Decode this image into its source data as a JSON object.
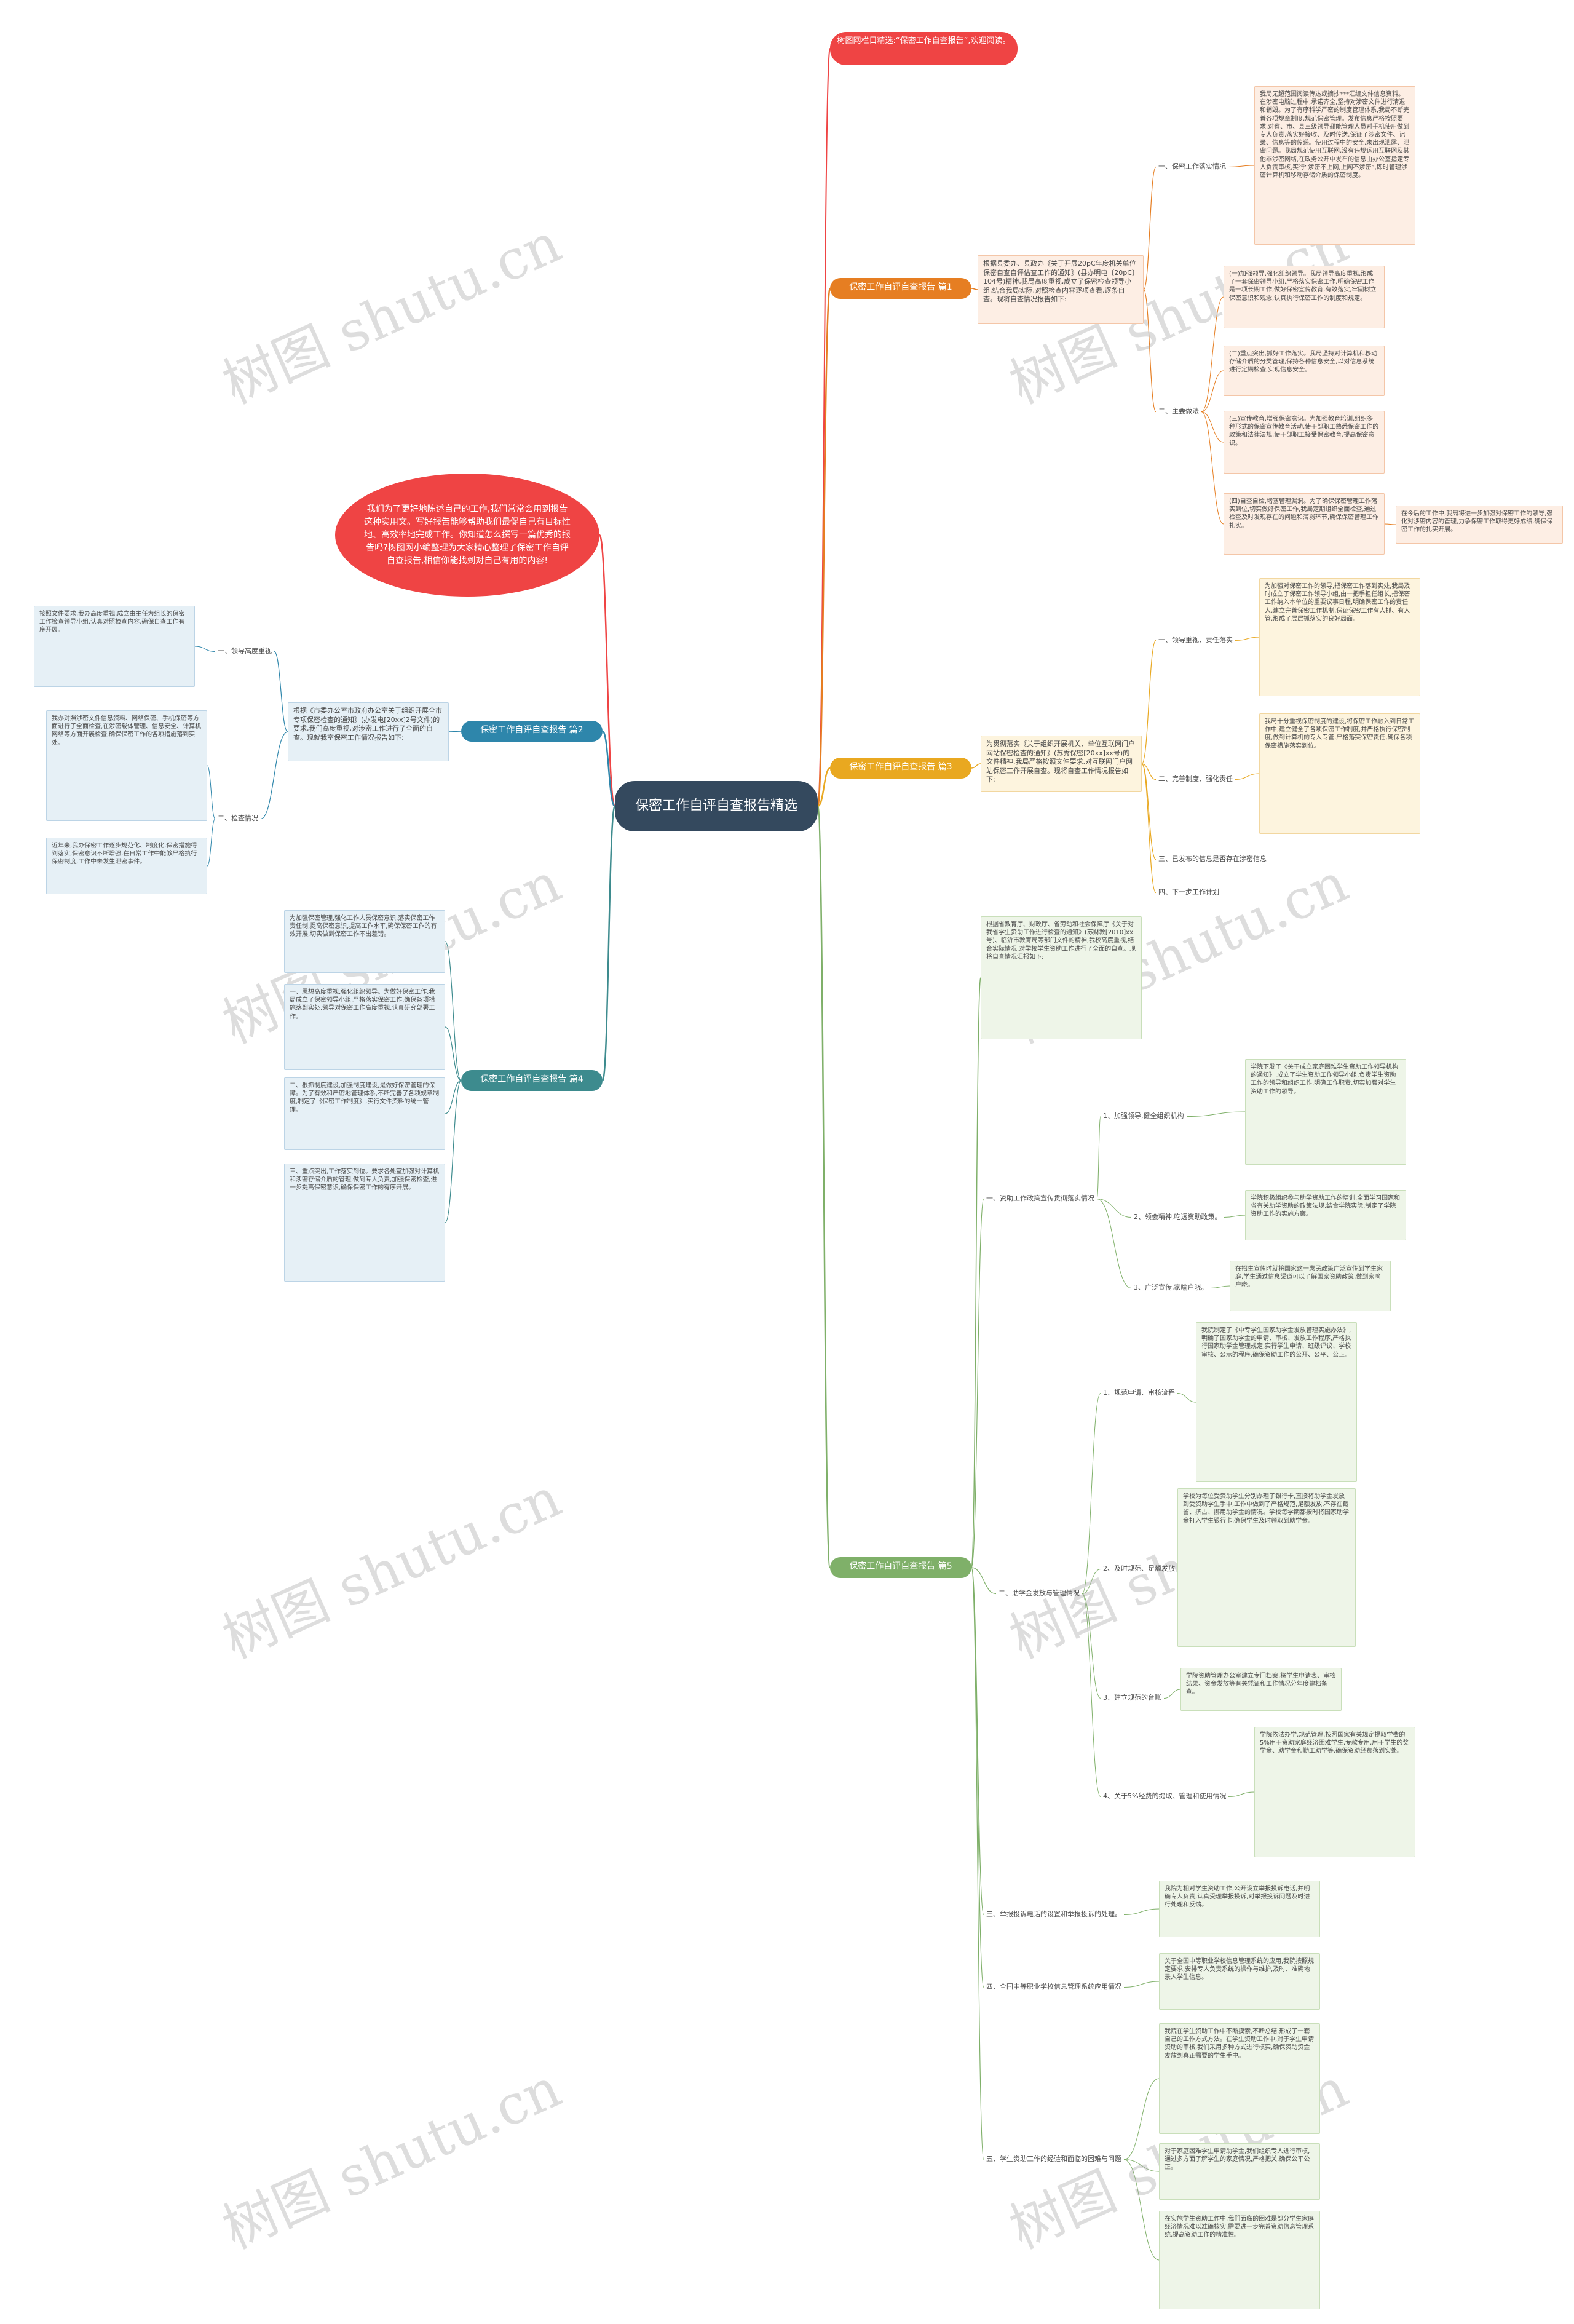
{
  "root": {
    "title": "保密工作自评自查报告精选"
  },
  "intro": "我们为了更好地陈述自己的工作,我们常常会用到报告这种实用文。写好报告能够帮助我们最促自己有目标性地、高效率地完成工作。你知道怎么撰写一篇优秀的报告吗?树图网小编整理为大家精心整理了保密工作自评自查报告,相信你能找到对自己有用的内容!",
  "top_note": "树图网栏目精选:“保密工作自查报告”,欢迎阅读。",
  "watermark": "树图 shutu.cn",
  "branches": {
    "b1": {
      "label": "保密工作自评自查报告 篇1",
      "summary": "根据县委办、县政办《关于开展20pC年度机关单位保密自查自评估查工作的通知》(县办明电〔20pC〕104号)精神,我局高度重视,成立了保密检查领导小组,结合我局实际,对照检查内容逐项查看,逐条自查。现将自查情况报告如下:",
      "sub1": "一、保密工作落实情况",
      "sub1_text": "我局无超范围阅读传达或摘抄***汇编文件信息资料。在涉密电脑过程中,承诺齐全,坚持对涉密文件进行清退和销毁。为了有序科学严密的制度管理体系,我局不断完善各项规章制度,规范保密管理。发布信息严格按照要求,对省、市、县三级领导都能管理人员对手机使用做到专人负责,落实好接收、及时传送,保证了涉密文件、记录、信息等的传递。使用过程中的安全,未出现泄露、泄密问题。我局规范使用互联网,没有违规运用互联网及其他非涉密网络,在政务公开中发布的信息由办公室指定专人负责审核,实行“涉密不上网,上网不涉密”,即时管理涉密计算机和移动存储介质的保密制度。",
      "sub2": "二、主要做法",
      "sub2_texts": [
        "(一)加强领导,强化组织领导。我局领导高度重视,形成了一套保密领导小组,严格落实保密工作,明确保密工作是一项长期工作,做好保密宣传教育,有效落实,牢固树立保密意识和观念,认真执行保密工作的制度和规定。",
        "(二)重点突出,抓好工作落实。我局坚持对计算机和移动存储介质的分类管理,保持各种信息安全,以对信息系统进行定期检查,实现信息安全。",
        "(三)宣传教育,增强保密意识。为加强教育培训,组织多种形式的保密宣传教育活动,使干部职工熟悉保密工作的政策和法律法规,使干部职工接受保密教育,提高保密意识。",
        "(四)自查自检,堵塞管理漏洞。为了确保保密管理工作落实到位,切实做好保密工作,我局定期组织全面检查,通过检查及时发现存在的问题和薄弱环节,确保保密管理工作扎实。"
      ],
      "sub2_extra": "在今后的工作中,我局将进一步加强对保密工作的领导,强化对涉密内容的管理,力争保密工作取得更好成绩,确保保密工作的扎实开展。"
    },
    "b2": {
      "label": "保密工作自评自查报告 篇2",
      "summary": "根据《市委办公室市政府办公室关于组织开展全市专项保密检查的通知》(办发电[20xx]2号文件)的要求,我们高度重视,对涉密工作进行了全面的自查。现就我室保密工作情况报告如下:",
      "sub1": "一、领导高度重视",
      "sub1_text": "按照文件要求,我办高度重视,成立由主任为组长的保密工作检查领导小组,认真对照检查内容,确保自查工作有序开展。",
      "sub2": "二、检查情况",
      "sub2_texts": [
        "我办对照涉密文件信息资料、网络保密、手机保密等方面进行了全面检查,在涉密载体管理、信息安全、计算机网络等方面开展检查,确保保密工作的各项措施落到实处。",
        "近年来,我办保密工作逐步规范化、制度化,保密措施得到落实,保密意识不断增强,在日常工作中能够严格执行保密制度,工作中未发生泄密事件。"
      ]
    },
    "b3": {
      "label": "保密工作自评自查报告 篇3",
      "summary": "为贯彻落实《关于组织开展机关、单位互联网门户网站保密检查的通知》(苏秀保密[20xx]xx号)的文件精神,我局严格按照文件要求,对互联网门户网站保密工作开展自查。现将自查工作情况报告如下:",
      "sub1": "一、领导重视、责任落实",
      "sub1_text": "为加强对保密工作的领导,把保密工作落到实处,我局及时成立了保密工作领导小组,由一把手担任组长,把保密工作纳入本单位的重要议事日程,明确保密工作的责任人,建立完善保密工作机制,保证保密工作有人抓、有人管,形成了层层抓落实的良好局面。",
      "sub2": "二、完善制度、强化责任",
      "sub2_text": "我局十分重视保密制度的建设,将保密工作融入到日常工作中,建立健全了各项保密工作制度,并严格执行保密制度,做到计算机的专人专管,严格落实保密责任,确保各项保密措施落实到位。",
      "sub3": "三、已发布的信息是否存在涉密信息",
      "sub4": "四、下一步工作计划"
    },
    "b4": {
      "label": "保密工作自评自查报告 篇4",
      "texts": [
        "为加强保密管理,强化工作人员保密意识,落实保密工作责任制,提高保密意识,提高工作水平,确保保密工作的有效开展,切实做到保密工作不出差错。",
        "一、思想高度重视,强化组织领导。为做好保密工作,我局成立了保密领导小组,严格落实保密工作,确保各项措施落到实处,领导对保密工作高度重视,认真研究部署工作。",
        "二、狠抓制度建设,加强制度建设,是做好保密管理的保障。为了有效和严密地管理体系,不断完善了各项规章制度,制定了《保密工作制度》,实行文件资料的统一管理。",
        "三、重点突出,工作落实到位。要求各处室加强对计算机和涉密存储介质的管理,做到专人负责,加强保密检查,进一步提高保密意识,确保保密工作的有序开展。"
      ]
    },
    "b5": {
      "label": "保密工作自评自查报告 篇5",
      "summary": "根据省教育厅、财政厅、省劳动和社会保障厅《关于对我省学生资助工作进行检查的通知》(苏财教[2010]xx号)、临沂市教育局等部门文件的精神,我校高度重视,结合实际情况,对学校学生资助工作进行了全面的自查。现将自查情况汇报如下:",
      "s1": "一、资助工作政策宣传贯彻落实情况",
      "s1_items": [
        {
          "label": "1、加强领导,健全组织机构",
          "text": "学院下发了《关于成立家庭困难学生资助工作领导机构的通知》,成立了学生资助工作领导小组,负责学生资助工作的领导和组织工作,明确工作职责,切实加强对学生资助工作的领导。"
        },
        {
          "label": "2、领会精神,吃透资助政策。",
          "text": "学院积极组织参与助学资助工作的培训,全面学习国家和省有关助学资助的政策法规,结合学院实际,制定了学院资助工作的实施方案。"
        },
        {
          "label": "3、广泛宣传,家喻户晓。",
          "text": "在招生宣传时就将国家这一惠民政策广泛宣传到学生家庭,学生通过信息渠道可以了解国家资助政策,做到家喻户晓。"
        }
      ],
      "s2": "二、助学金发放与管理情况",
      "s2_items": [
        {
          "label": "1、规范申请、审核流程",
          "text": "我院制定了《中专学生国家助学金发放管理实施办法》,明确了国家助学金的申请、审核、发放工作程序,严格执行国家助学金管理规定,实行学生申请、班级评议、学校审核、公示的程序,确保资助工作的公开、公平、公正。"
        },
        {
          "label": "2、及时规范、足额发放",
          "text": "学校为每位受资助学生分别办理了银行卡,直接将助学金发放到受资助学生手中,工作中做到了严格规范,足额发放,不存在截留、挤占、挪用助学金的情况。学校每学期都按时将国家助学金打入学生银行卡,确保学生及时领取到助学金。"
        },
        {
          "label": "3、建立规范的台账",
          "text": "学院资助管理办公室建立专门档案,将学生申请表、审核结果、资金发放等有关凭证和工作情况分年度建档备查。"
        },
        {
          "label": "4、关于5%经费的提取、管理和使用情况",
          "text": "学院依法办学,规范管理,按照国家有关规定提取学费的5%用于资助家庭经济困难学生,专款专用,用于学生的奖学金、助学金和勤工助学等,确保资助经费落到实处。"
        }
      ],
      "s3": "三、举报投诉电话的设置和举报投诉的处理。",
      "s3_text": "我院为相对学生资助工作,公开设立举报投诉电话,并明确专人负责,认真受理举报投诉,对举报投诉问题及时进行处理和反馈。",
      "s4": "四、全国中等职业学校信息管理系统应用情况",
      "s4_text": "关于全国中等职业学校信息管理系统的应用,我院按照规定要求,安排专人负责系统的操作与维护,及时、准确地录入学生信息。",
      "s5": "五、学生资助工作的经验和面临的困难与问题",
      "s5_texts": [
        "我院在学生资助工作中不断摸索,不断总结,形成了一套自己的工作方式方法。在学生资助工作中,对于学生申请资助的审核,我们采用多种方式进行核实,确保资助资金发放到真正需要的学生手中。",
        "对于家庭困难学生申请助学金,我们组织专人进行审核,通过多方面了解学生的家庭情况,严格把关,确保公平公正。",
        "在实施学生资助工作中,我们面临的困难是部分学生家庭经济情况难以准确核实,需要进一步完善资助信息管理系统,提高资助工作的精准性。"
      ]
    }
  },
  "colors": {
    "root": "#34495e",
    "intro": "#ef4444",
    "b1": "#e67e22",
    "b2": "#2e86ab",
    "b3": "#e9a820",
    "b4": "#3d8b8e",
    "b5": "#7fb069",
    "leaf_fill_warm": "#fdeee4",
    "leaf_fill_yellow": "#fdf4de",
    "leaf_fill_blue": "#e6f0f6",
    "leaf_fill_green": "#eef5e8",
    "leaf_border_warm": "#f4c6a8",
    "leaf_border_blue": "#bcd4e6"
  }
}
